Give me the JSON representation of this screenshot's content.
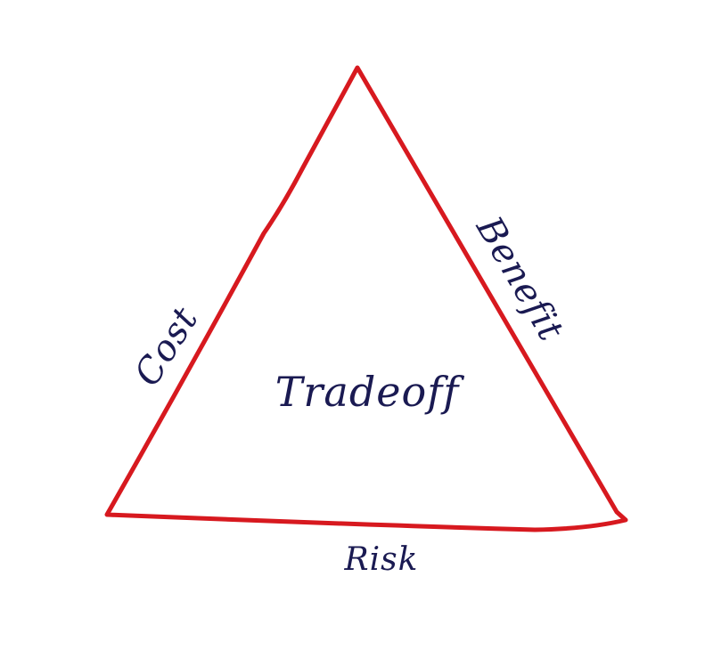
{
  "diagram": {
    "center_label": "Tradeoff",
    "left_edge_label": "Cost",
    "right_edge_label": "Benefit",
    "bottom_edge_label": "Risk",
    "colors": {
      "triangle_stroke": "#d7191f",
      "text": "#1a1a52",
      "background": "#ffffff"
    }
  }
}
